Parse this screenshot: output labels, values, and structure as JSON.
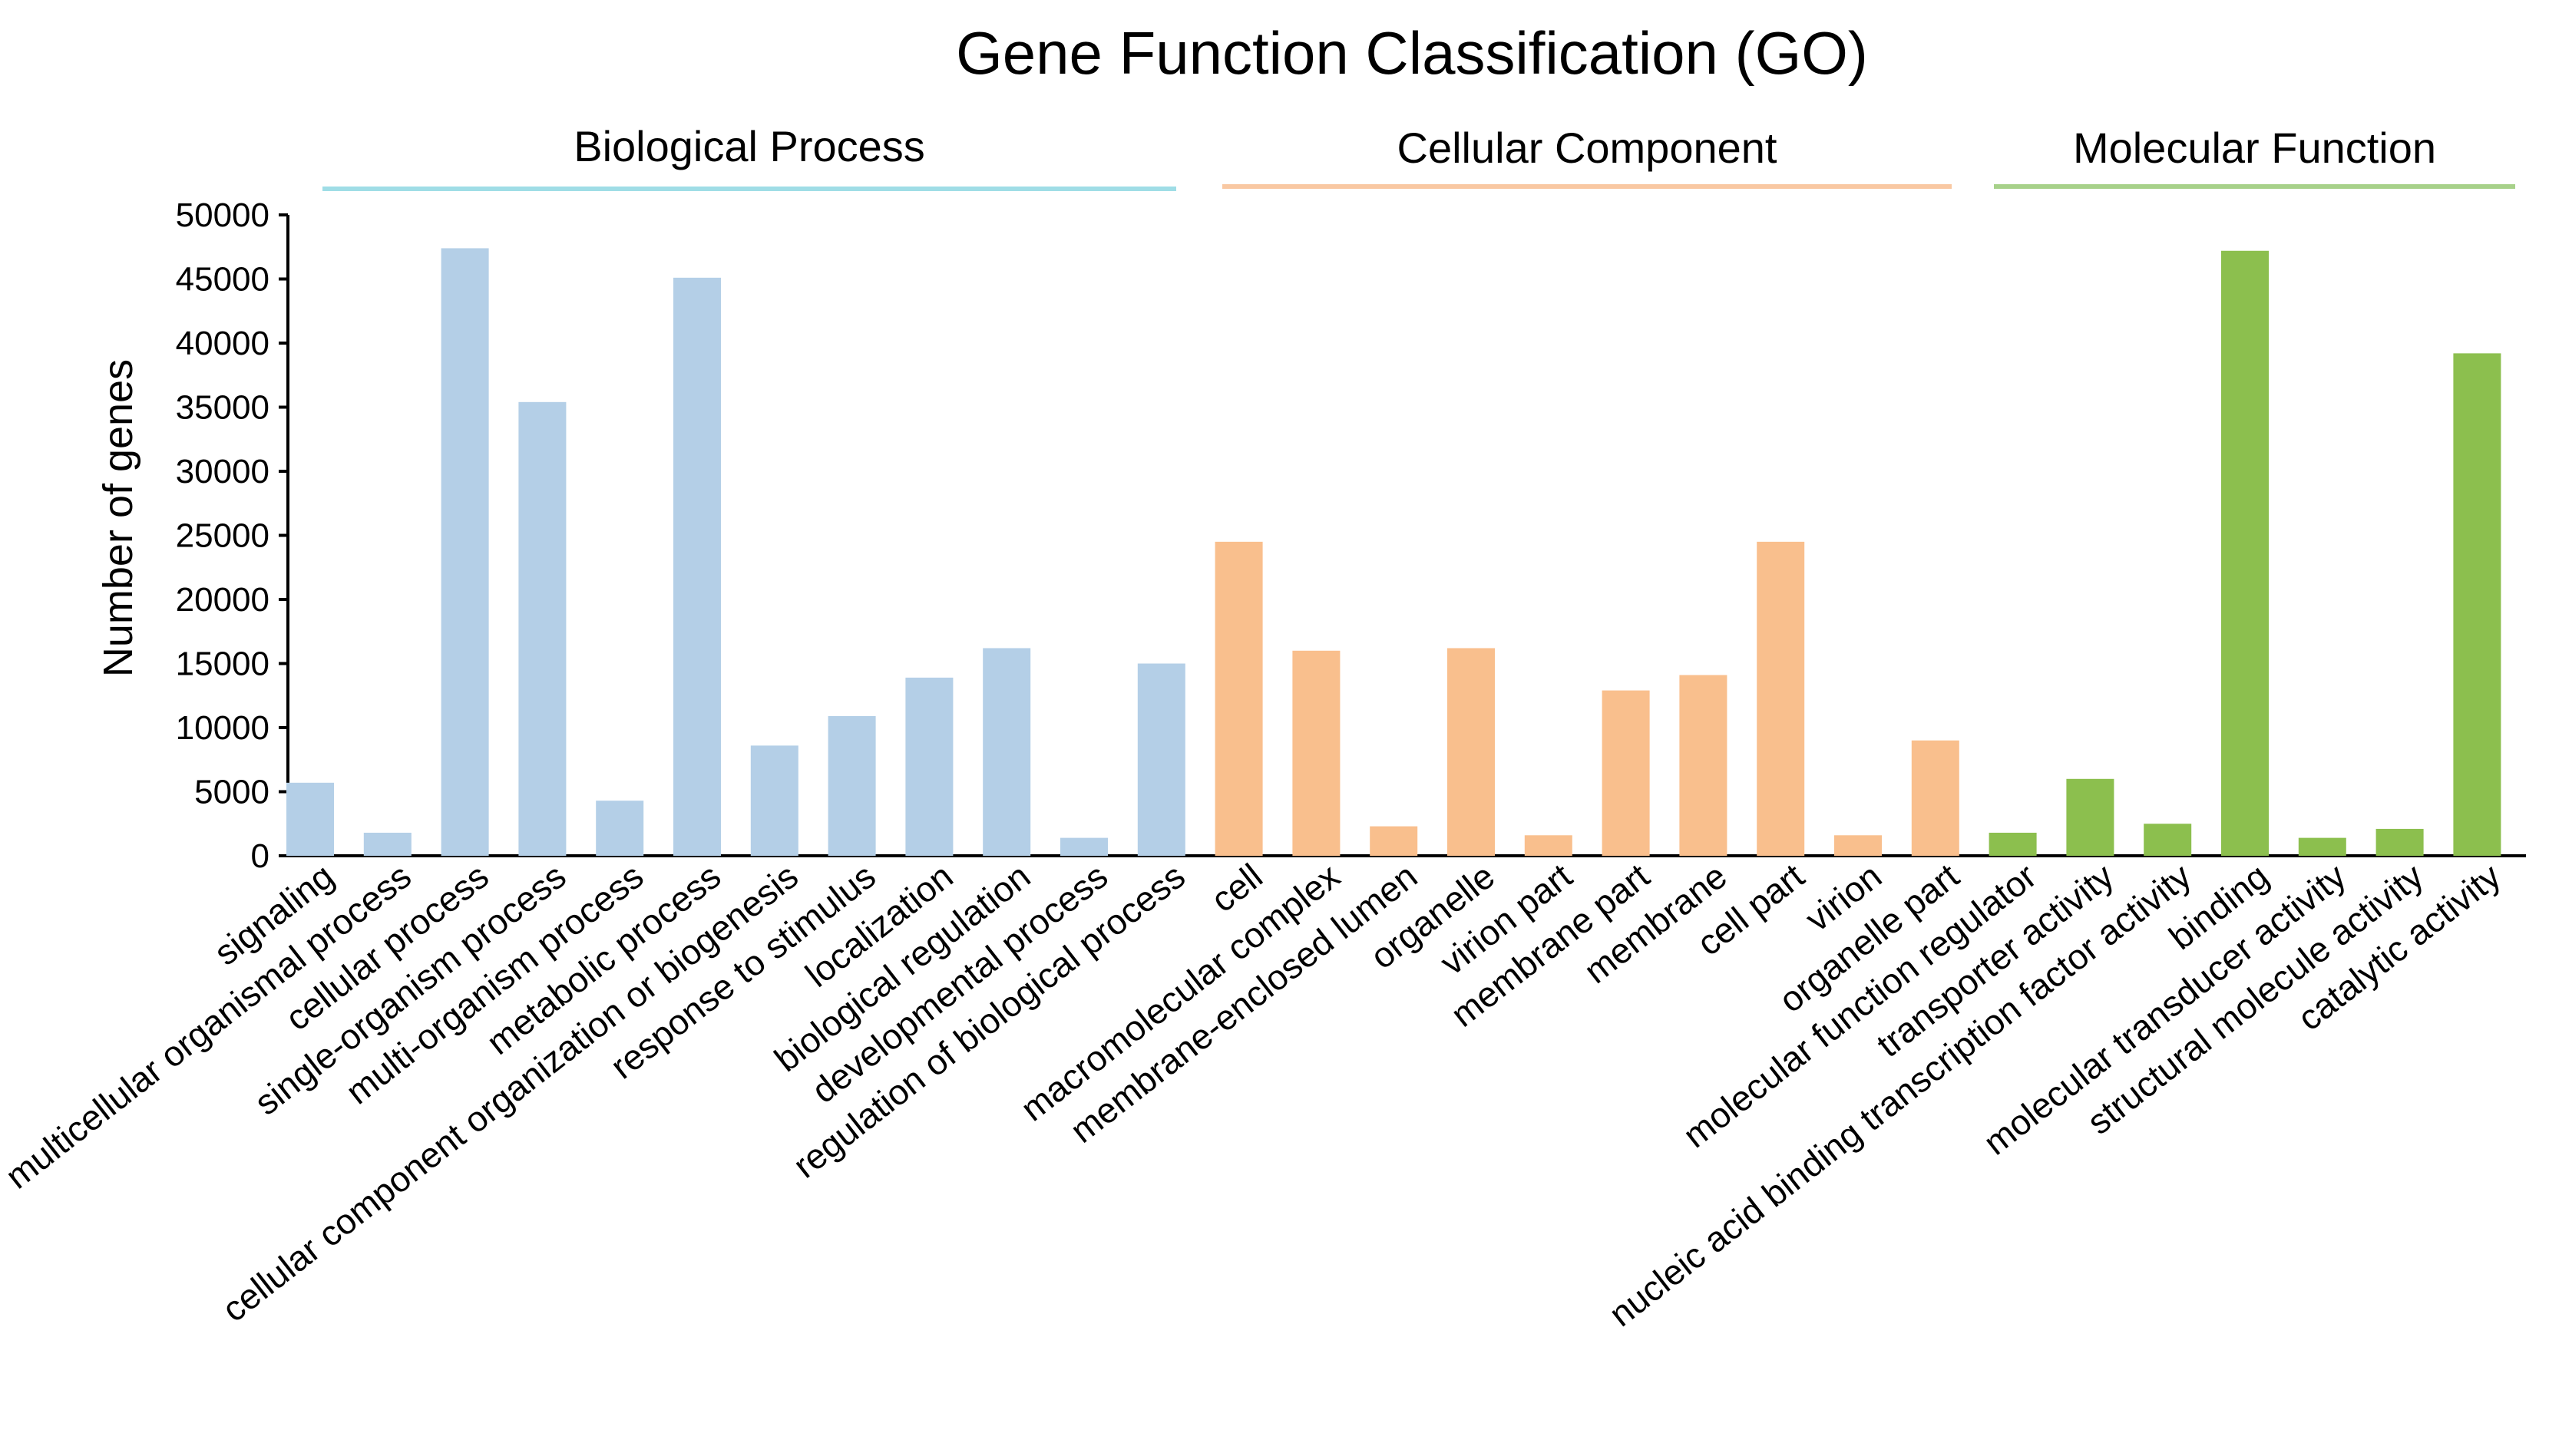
{
  "chart_data": {
    "type": "bar",
    "title": "Gene Function Classification (GO)",
    "xlabel": "",
    "ylabel": "Number of genes",
    "ylim": [
      0,
      50000
    ],
    "yticks": [
      0,
      5000,
      10000,
      15000,
      20000,
      25000,
      30000,
      35000,
      40000,
      45000,
      50000
    ],
    "grid": false,
    "legend": "none",
    "groups": [
      {
        "name": "Biological Process",
        "color": "#b4cfe7",
        "line_color": "#9fdde6",
        "categories": [
          "signaling",
          "multicellular organismal process",
          "cellular process",
          "single-organism process",
          "multi-organism process",
          "metabolic process",
          "cellular component organization or biogenesis",
          "response to stimulus",
          "localization",
          "biological regulation",
          "developmental process",
          "regulation of biological process"
        ],
        "values": [
          5700,
          1800,
          47400,
          35400,
          4300,
          45100,
          8600,
          10900,
          13900,
          16200,
          1400,
          15000
        ]
      },
      {
        "name": "Cellular Component",
        "color": "#f9bf8d",
        "line_color": "#f9c8a2",
        "categories": [
          "cell",
          "macromolecular complex",
          "membrane-enclosed lumen",
          "organelle",
          "virion part",
          "membrane part",
          "membrane",
          "cell part",
          "virion",
          "organelle part"
        ],
        "values": [
          24500,
          16000,
          2300,
          16200,
          1600,
          12900,
          14100,
          24500,
          1600,
          9000
        ]
      },
      {
        "name": "Molecular Function",
        "color": "#8cbf4e",
        "line_color": "#a7d18a",
        "categories": [
          "molecular function regulator",
          "transporter activity",
          "nucleic acid binding transcription factor activity",
          "binding",
          "molecular transducer activity",
          "structural molecule activity",
          "catalytic activity"
        ],
        "values": [
          1800,
          6000,
          2500,
          47200,
          1400,
          2100,
          39200
        ]
      }
    ]
  }
}
